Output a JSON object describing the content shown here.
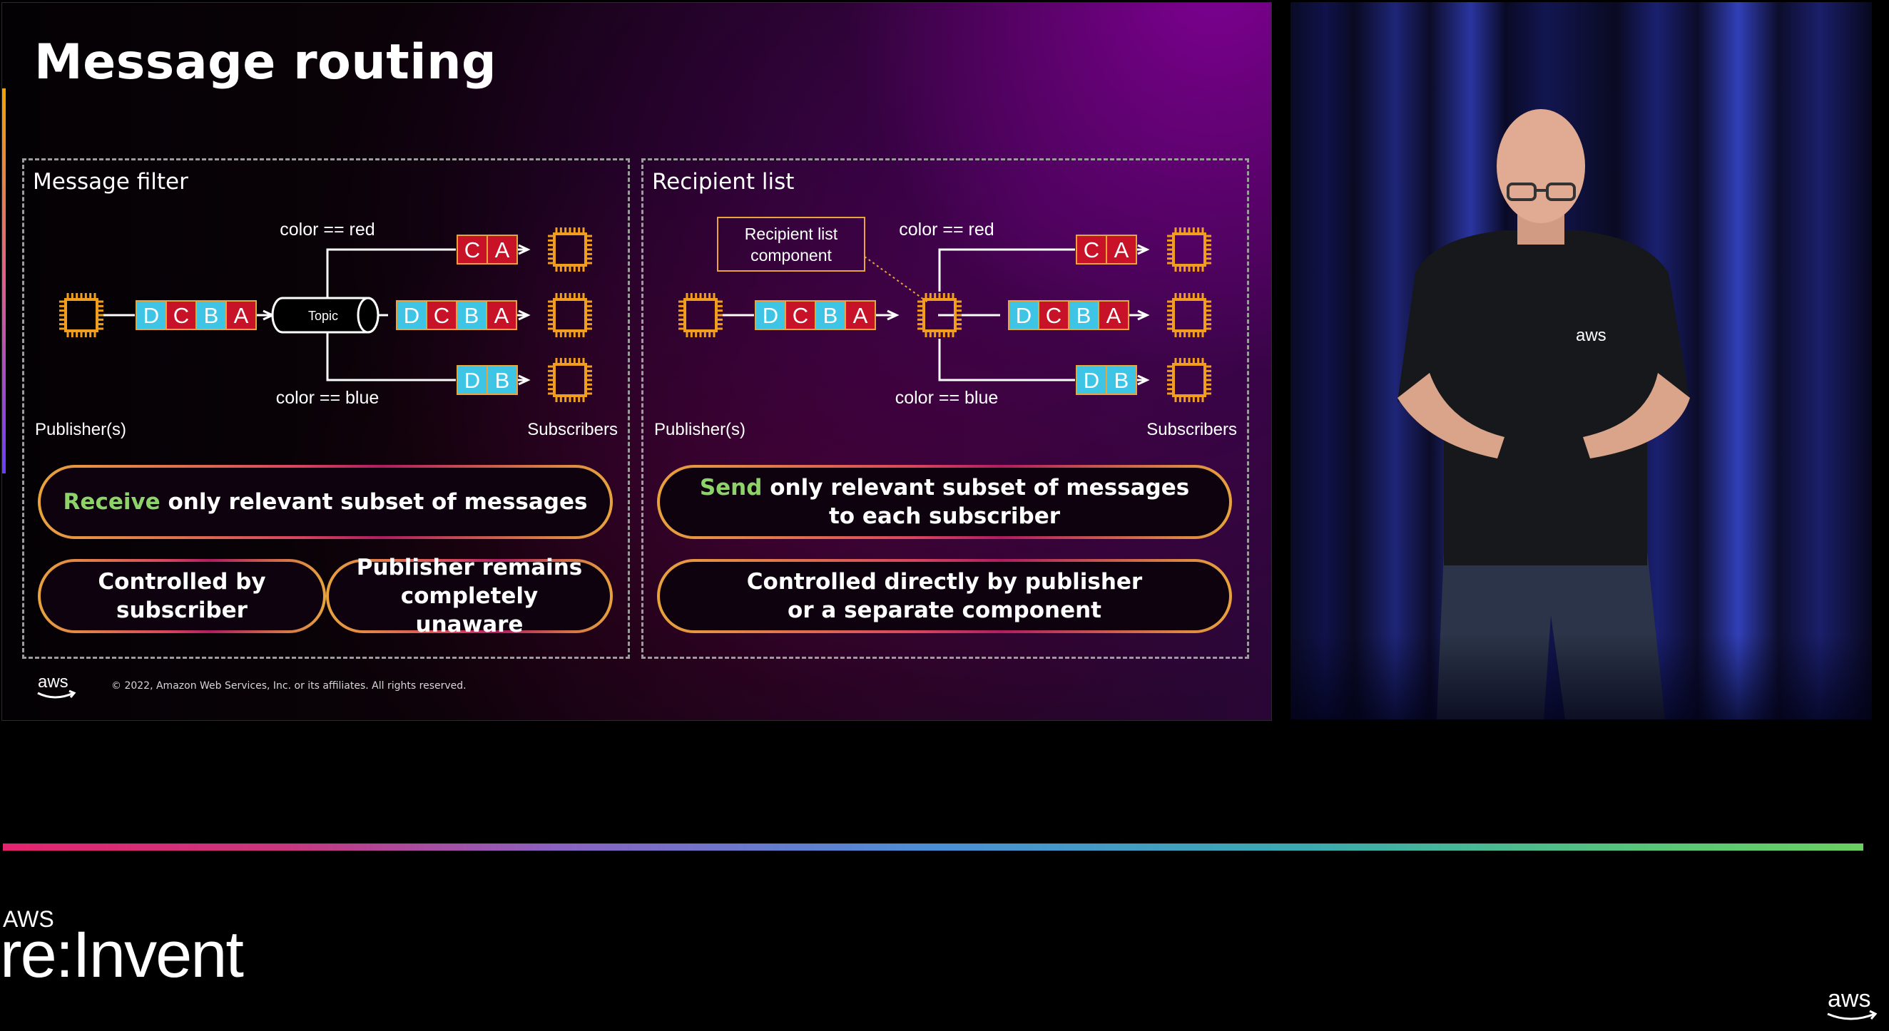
{
  "slide": {
    "title": "Message routing",
    "copyright": "© 2022, Amazon Web Services, Inc. or its affiliates. All rights reserved.",
    "logo_text": "aws"
  },
  "message_filter": {
    "title": "Message filter",
    "topic_label": "Topic",
    "red_condition": "color == red",
    "blue_condition": "color == blue",
    "publisher_label": "Publisher(s)",
    "subscriber_label": "Subscribers",
    "input_messages": [
      "D",
      "C",
      "B",
      "A"
    ],
    "red_messages": [
      "C",
      "A"
    ],
    "all_messages": [
      "D",
      "C",
      "B",
      "A"
    ],
    "blue_messages": [
      "D",
      "B"
    ],
    "pill_receive_highlight": "Receive",
    "pill_receive_rest": " only relevant subset of messages",
    "pill_controlled": "Controlled by subscriber",
    "pill_unaware": "Publisher remains completely unaware"
  },
  "recipient_list": {
    "title": "Recipient list",
    "component_label": "Recipient list component",
    "red_condition": "color == red",
    "blue_condition": "color == blue",
    "publisher_label": "Publisher(s)",
    "subscriber_label": "Subscribers",
    "input_messages": [
      "D",
      "C",
      "B",
      "A"
    ],
    "red_messages": [
      "C",
      "A"
    ],
    "all_messages": [
      "D",
      "C",
      "B",
      "A"
    ],
    "blue_messages": [
      "D",
      "B"
    ],
    "pill_send_highlight": "Send",
    "pill_send_line1_rest": " only relevant subset of messages",
    "pill_send_line2": "to each subscriber",
    "pill_controlled": "Controlled directly by publisher or a separate component"
  },
  "colors": {
    "blue_message": "#3ec5e6",
    "red_message": "#c81227",
    "chip_orange": "#f19e1e",
    "highlight_green": "#8dd36a"
  },
  "branding": {
    "event_prefix": "AWS",
    "event_name": "re:Invent",
    "corner_logo": "aws"
  }
}
